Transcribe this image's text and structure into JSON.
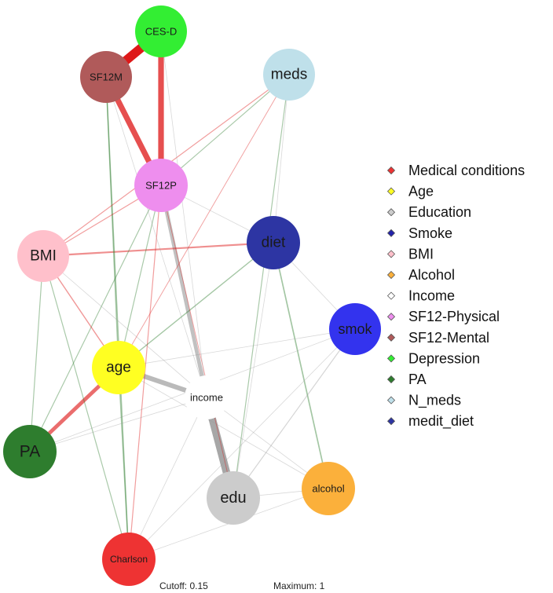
{
  "nodes": [
    {
      "id": "CES-D",
      "label": "CES-D",
      "color": "#33ee33"
    },
    {
      "id": "SF12M",
      "label": "SF12M",
      "color": "#b05a5a"
    },
    {
      "id": "meds",
      "label": "meds",
      "color": "#bfe0ea"
    },
    {
      "id": "SF12P",
      "label": "SF12P",
      "color": "#ee8eee"
    },
    {
      "id": "BMI",
      "label": "BMI",
      "color": "#ffc0cb"
    },
    {
      "id": "diet",
      "label": "diet",
      "color": "#2d35a3"
    },
    {
      "id": "smok",
      "label": "smok",
      "color": "#3333ee"
    },
    {
      "id": "age",
      "label": "age",
      "color": "#ffff22"
    },
    {
      "id": "income",
      "label": "income",
      "color": "#ffffff"
    },
    {
      "id": "PA",
      "label": "PA",
      "color": "#2e7d2e"
    },
    {
      "id": "edu",
      "label": "edu",
      "color": "#cccccc"
    },
    {
      "id": "alcohol",
      "label": "alcohol",
      "color": "#fbb03b"
    },
    {
      "id": "Charlson",
      "label": "Charlson",
      "color": "#ee3333"
    }
  ],
  "edges": [
    {
      "from": "CES-D",
      "to": "SF12M",
      "sign": "positive-red",
      "weight": 0.95
    },
    {
      "from": "CES-D",
      "to": "SF12P",
      "sign": "positive-red",
      "weight": 0.6
    },
    {
      "from": "SF12M",
      "to": "SF12P",
      "sign": "positive-red",
      "weight": 0.6
    },
    {
      "from": "SF12P",
      "to": "income",
      "sign": "gray",
      "weight": 0.4
    },
    {
      "from": "edu",
      "to": "income",
      "sign": "gray",
      "weight": 0.8
    },
    {
      "from": "age",
      "to": "income",
      "sign": "gray",
      "weight": 0.5
    },
    {
      "from": "age",
      "to": "PA",
      "sign": "positive-red",
      "weight": 0.4
    },
    {
      "from": "BMI",
      "to": "diet",
      "sign": "positive-red",
      "weight": 0.18
    },
    {
      "from": "SF12M",
      "to": "Charlson",
      "sign": "negative-green",
      "weight": 0.12
    },
    {
      "from": "SF12M",
      "to": "age",
      "sign": "negative-green",
      "weight": 0.12
    },
    {
      "from": "meds",
      "to": "BMI",
      "sign": "positive-red",
      "weight": 0.1
    },
    {
      "from": "meds",
      "to": "edu",
      "sign": "negative-green",
      "weight": 0.1
    },
    {
      "from": "meds",
      "to": "age",
      "sign": "positive-red",
      "weight": 0.08
    },
    {
      "from": "meds",
      "to": "SF12P",
      "sign": "negative-green",
      "weight": 0.1
    },
    {
      "from": "SF12P",
      "to": "BMI",
      "sign": "positive-red",
      "weight": 0.1
    },
    {
      "from": "SF12P",
      "to": "age",
      "sign": "negative-green",
      "weight": 0.1
    },
    {
      "from": "SF12P",
      "to": "Charlson",
      "sign": "positive-red",
      "weight": 0.1
    },
    {
      "from": "SF12P",
      "to": "PA",
      "sign": "negative-green",
      "weight": 0.1
    },
    {
      "from": "BMI",
      "to": "age",
      "sign": "positive-red",
      "weight": 0.12
    },
    {
      "from": "BMI",
      "to": "Charlson",
      "sign": "negative-green",
      "weight": 0.1
    },
    {
      "from": "BMI",
      "to": "income",
      "sign": "gray",
      "weight": 0.06
    },
    {
      "from": "diet",
      "to": "age",
      "sign": "negative-green",
      "weight": 0.12
    },
    {
      "from": "diet",
      "to": "alcohol",
      "sign": "negative-green",
      "weight": 0.14
    },
    {
      "from": "diet",
      "to": "edu",
      "sign": "gray",
      "weight": 0.06
    },
    {
      "from": "diet",
      "to": "smok",
      "sign": "gray",
      "weight": 0.06
    },
    {
      "from": "smok",
      "to": "edu",
      "sign": "gray",
      "weight": 0.1
    },
    {
      "from": "smok",
      "to": "age",
      "sign": "gray",
      "weight": 0.06
    },
    {
      "from": "smok",
      "to": "PA",
      "sign": "gray",
      "weight": 0.06
    },
    {
      "from": "smok",
      "to": "Charlson",
      "sign": "gray",
      "weight": 0.06
    },
    {
      "from": "age",
      "to": "Charlson",
      "sign": "negative-green",
      "weight": 0.12
    },
    {
      "from": "age",
      "to": "alcohol",
      "sign": "gray",
      "weight": 0.06
    },
    {
      "from": "PA",
      "to": "BMI",
      "sign": "negative-green",
      "weight": 0.1
    },
    {
      "from": "PA",
      "to": "income",
      "sign": "gray",
      "weight": 0.06
    },
    {
      "from": "Charlson",
      "to": "alcohol",
      "sign": "gray",
      "weight": 0.06
    },
    {
      "from": "Charlson",
      "to": "income",
      "sign": "gray",
      "weight": 0.06
    },
    {
      "from": "edu",
      "to": "alcohol",
      "sign": "gray",
      "weight": 0.06
    },
    {
      "from": "income",
      "to": "alcohol",
      "sign": "gray",
      "weight": 0.06
    },
    {
      "from": "SF12P",
      "to": "edu",
      "sign": "positive-red",
      "weight": 0.08
    },
    {
      "from": "SF12M",
      "to": "income",
      "sign": "gray",
      "weight": 0.06
    },
    {
      "from": "CES-D",
      "to": "income",
      "sign": "gray",
      "weight": 0.06
    },
    {
      "from": "meds",
      "to": "diet",
      "sign": "gray",
      "weight": 0.05
    },
    {
      "from": "SF12P",
      "to": "diet",
      "sign": "gray",
      "weight": 0.05
    }
  ],
  "edge_colors": {
    "positive-red": "#dd1111",
    "negative-green": "#2e7d2e",
    "gray": "#9a9a9a"
  },
  "legend": [
    {
      "label": "Medical conditions",
      "color": "#ee3333"
    },
    {
      "label": "Age",
      "color": "#ffff22"
    },
    {
      "label": "Education",
      "color": "#cccccc"
    },
    {
      "label": "Smoke",
      "color": "#2222aa"
    },
    {
      "label": "BMI",
      "color": "#ffc0cb"
    },
    {
      "label": "Alcohol",
      "color": "#fbb03b"
    },
    {
      "label": "Income",
      "color": "#ffffff"
    },
    {
      "label": "SF12-Physical",
      "color": "#ee8eee"
    },
    {
      "label": "SF12-Mental",
      "color": "#b05a5a"
    },
    {
      "label": "Depression",
      "color": "#33ee33"
    },
    {
      "label": "PA",
      "color": "#2e7d2e"
    },
    {
      "label": "N_meds",
      "color": "#bfe0ea"
    },
    {
      "label": "medit_diet",
      "color": "#2d35a3"
    }
  ],
  "footer": {
    "cutoff": "Cutoff: 0.15",
    "maximum": "Maximum: 1"
  }
}
